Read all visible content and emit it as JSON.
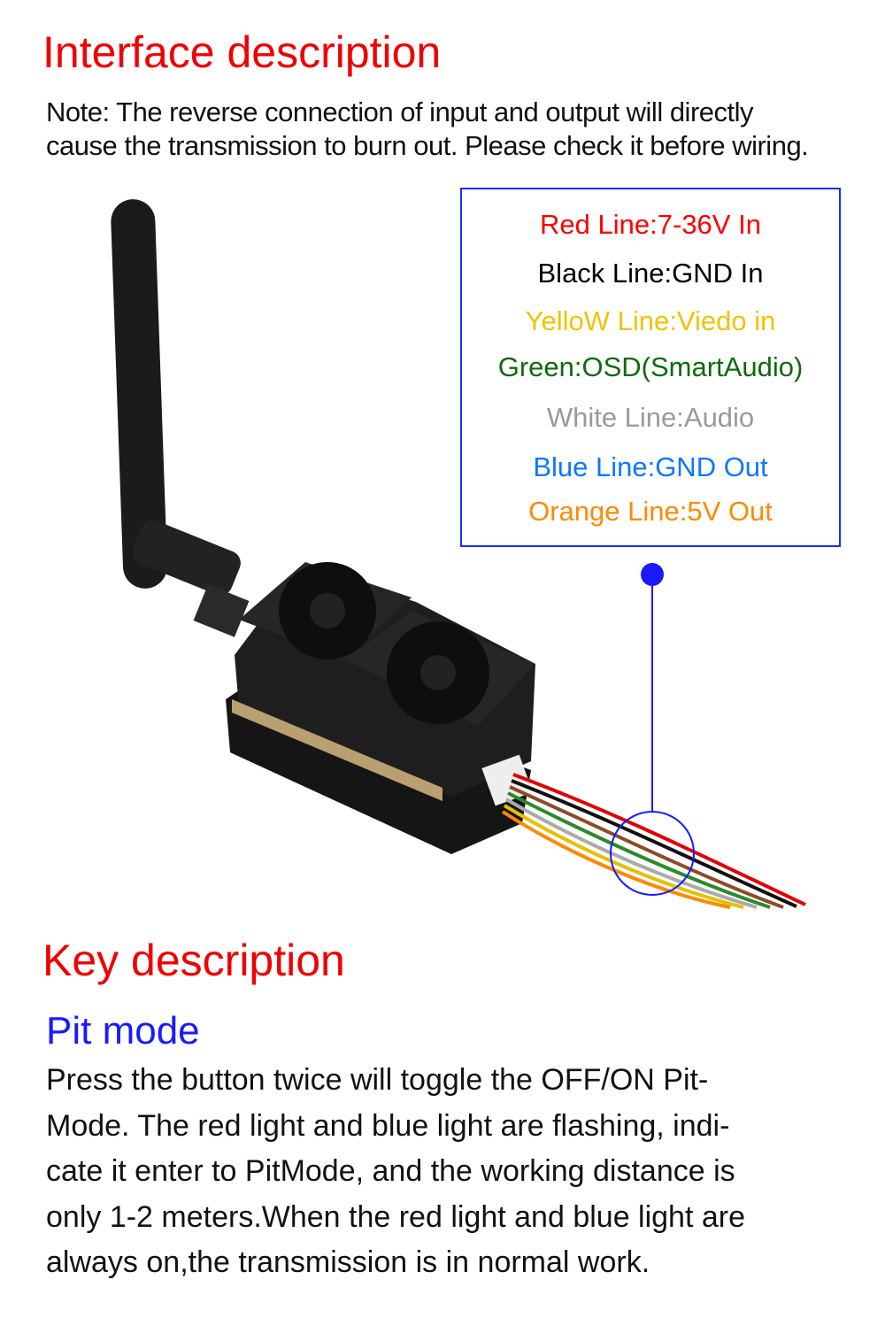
{
  "interface": {
    "title": "Interface description",
    "note_line1": "Note: The reverse connection of input and output will directly",
    "note_line2": "cause the transmission to burn out. Please check it before wiring."
  },
  "legend": [
    {
      "text": "Red Line:7-36V In",
      "color": "#ff0000"
    },
    {
      "text": "Black Line:GND In",
      "color": "#000000"
    },
    {
      "text": "YelloW Line:Viedo in",
      "color": "#f2c200"
    },
    {
      "text": "Green:OSD(SmartAudio)",
      "color": "#0f6a0f"
    },
    {
      "text": "White Line:Audio",
      "color": "#9a9a9a"
    },
    {
      "text": "Blue Line:GND Out",
      "color": "#0a78ff"
    },
    {
      "text": "Orange Line:5V Out",
      "color": "#ff8a00"
    }
  ],
  "key": {
    "title": "Key description",
    "subtitle": "Pit mode",
    "lines": [
      "Press the button twice will toggle the OFF/ON Pit-",
      "Mode. The red light and blue light are flashing, indi-",
      "cate it enter to PitMode, and the working distance is",
      "only 1-2 meters.When the red light and blue light are",
      "always on,the transmission is in normal work."
    ]
  }
}
